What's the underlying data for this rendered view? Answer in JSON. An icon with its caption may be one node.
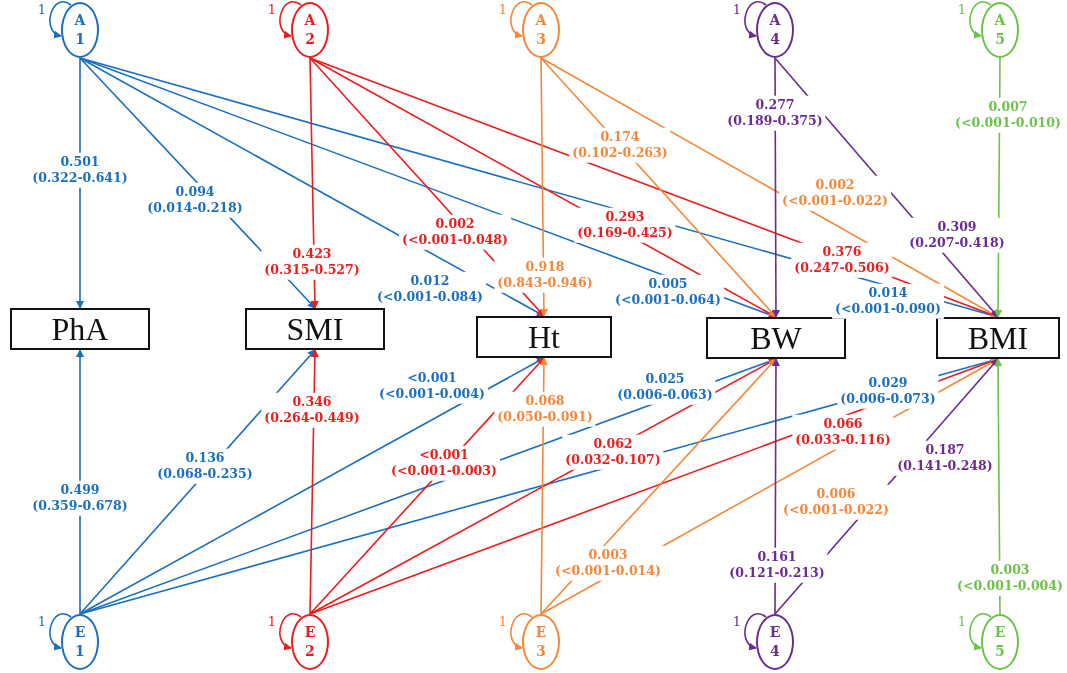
{
  "diagram": {
    "nodes": [
      {
        "text": [
          "A 1"
        ]
      },
      {
        "text": [
          "A 2"
        ]
      },
      {
        "text": [
          "A 3"
        ]
      },
      {
        "text": [
          "A 4"
        ]
      },
      {
        "text": [
          "A 5"
        ]
      },
      {
        "text": [
          "PhA"
        ]
      },
      {
        "text": [
          "SMI"
        ]
      },
      {
        "text": [
          "Ht"
        ]
      },
      {
        "text": [
          "BW"
        ]
      },
      {
        "text": [
          "BMI"
        ]
      },
      {
        "text": [
          "E 1"
        ]
      },
      {
        "text": [
          "E 2"
        ]
      },
      {
        "text": [
          "E 3"
        ]
      },
      {
        "text": [
          "E 4"
        ]
      },
      {
        "text": [
          "E 5"
        ]
      }
    ],
    "edges": [
      {
        "from": 0,
        "to": 0,
        "arrow": "to",
        "label": "1"
      },
      {
        "from": 1,
        "to": 1,
        "arrow": "to",
        "label": "1",
        "color": "#ee1c1c"
      },
      {
        "from": 2,
        "to": 2,
        "arrow": "to",
        "label": "1",
        "color": "#f5873a"
      },
      {
        "from": 3,
        "to": 3,
        "arrow": "to",
        "label": "1",
        "color": "#6a2c91"
      },
      {
        "from": 4,
        "to": 4,
        "arrow": "to",
        "label": "1",
        "color": "#6cc24a"
      },
      {
        "from": 0,
        "to": 5,
        "arrow": "to",
        "label": "0.501 (0.322-0.641)"
      },
      {
        "from": 0,
        "to": 6,
        "arrow": "to",
        "label": "0.094 (0.014-0.218)"
      },
      {
        "from": 0,
        "to": 7,
        "arrow": "to",
        "label": "0.012 (<0.001-0.084)"
      },
      {
        "from": 0,
        "to": 8,
        "arrow": "to",
        "label": "0.005 (<0.001-0.064)"
      },
      {
        "from": 0,
        "to": 9,
        "arrow": "to",
        "label": "0.014 (<0.001-0.090)"
      },
      {
        "from": 1,
        "to": 6,
        "arrow": "to",
        "label": "0.423 (0.315-0.527)",
        "color": "#ee1c1c"
      },
      {
        "from": 1,
        "to": 7,
        "arrow": "to",
        "label": "0.002 (<0.001-0.048)",
        "color": "#ee1c1c"
      },
      {
        "from": 1,
        "to": 8,
        "arrow": "to",
        "label": "0.293 (0.169-0.425)",
        "color": "#ee1c1c"
      },
      {
        "from": 1,
        "to": 9,
        "arrow": "to",
        "label": "0.376 (0.247-0.506)",
        "color": "#ee1c1c"
      },
      {
        "from": 2,
        "to": 7,
        "arrow": "to",
        "label": "0.918 (0.843-0.946)",
        "color": "#f5873a"
      },
      {
        "from": 2,
        "to": 8,
        "arrow": "to",
        "label": "0.174 (0.102-0.263)",
        "color": "#f5873a"
      },
      {
        "from": 2,
        "to": 9,
        "arrow": "to",
        "label": "0.002 (<0.001-0.022)",
        "color": "#f5873a"
      },
      {
        "from": 3,
        "to": 8,
        "arrow": "to",
        "label": "0.277 (0.189-0.375)",
        "color": "#6a2c91"
      },
      {
        "from": 3,
        "to": 9,
        "arrow": "to",
        "label": "0.309 (0.207-0.418)",
        "color": "#6a2c91"
      },
      {
        "from": 4,
        "to": 9,
        "arrow": "to",
        "label": "0.007 (<0.001-0.010)",
        "color": "#6cc24a"
      },
      {
        "from": 10,
        "to": 5,
        "arrow": "to",
        "label": "0.499 (0.359-0.678)"
      },
      {
        "from": 10,
        "to": 6,
        "arrow": "to",
        "label": "0.136 (0.068-0.235)"
      },
      {
        "from": 10,
        "to": 7,
        "arrow": "to",
        "label": "<0.001 (<0.001-0.004)"
      },
      {
        "from": 10,
        "to": 8,
        "arrow": "to",
        "label": "0.025 (0.006-0.063)"
      },
      {
        "from": 10,
        "to": 9,
        "arrow": "to",
        "label": "0.029 (0.006-0.073)"
      },
      {
        "from": 11,
        "to": 6,
        "arrow": "to",
        "label": "0.346 (0.264-0.449)",
        "color": "#ee1c1c"
      },
      {
        "from": 11,
        "to": 7,
        "arrow": "to",
        "label": "<0.001 (<0.001-0.003)",
        "color": "#ee1c1c"
      },
      {
        "from": 11,
        "to": 8,
        "arrow": "to",
        "label": "0.062 (0.032-0.107)",
        "color": "#ee1c1c"
      },
      {
        "from": 11,
        "to": 9,
        "arrow": "to",
        "label": "0.066 (0.033-0.116)",
        "color": "#ee1c1c"
      },
      {
        "from": 12,
        "to": 7,
        "arrow": "to",
        "label": "0.068 (0.050-0.091)",
        "color": "#f5873a"
      },
      {
        "from": 12,
        "to": 8,
        "arrow": "to",
        "label": "0.003 (<0.001-0.014)",
        "color": "#f5873a"
      },
      {
        "from": 12,
        "to": 9,
        "arrow": "to",
        "label": "0.006 (<0.001-0.022)",
        "color": "#f5873a"
      },
      {
        "from": 13,
        "to": 8,
        "arrow": "to",
        "label": "0.161 (0.121-0.213)",
        "color": "#6a2c91"
      },
      {
        "from": 13,
        "to": 9,
        "arrow": "to",
        "label": "0.187 (0.141-0.248)",
        "color": "#6a2c91"
      },
      {
        "from": 14,
        "to": 9,
        "arrow": "to",
        "label": "0.003 (<0.001-0.004)",
        "color": "#6cc24a"
      },
      {
        "from": 10,
        "to": 10,
        "arrow": "to",
        "label": "1"
      },
      {
        "from": 11,
        "to": 11,
        "arrow": "to",
        "label": "1",
        "color": "#ee1c1c"
      },
      {
        "from": 12,
        "to": 12,
        "arrow": "to",
        "label": "1",
        "color": "#f5873a"
      },
      {
        "from": 13,
        "to": 13,
        "arrow": "to",
        "label": "1",
        "color": "#6a2c91"
      },
      {
        "from": 14,
        "to": 14,
        "arrow": "to",
        "label": "1",
        "color": "#6cc24a"
      }
    ]
  }
}
